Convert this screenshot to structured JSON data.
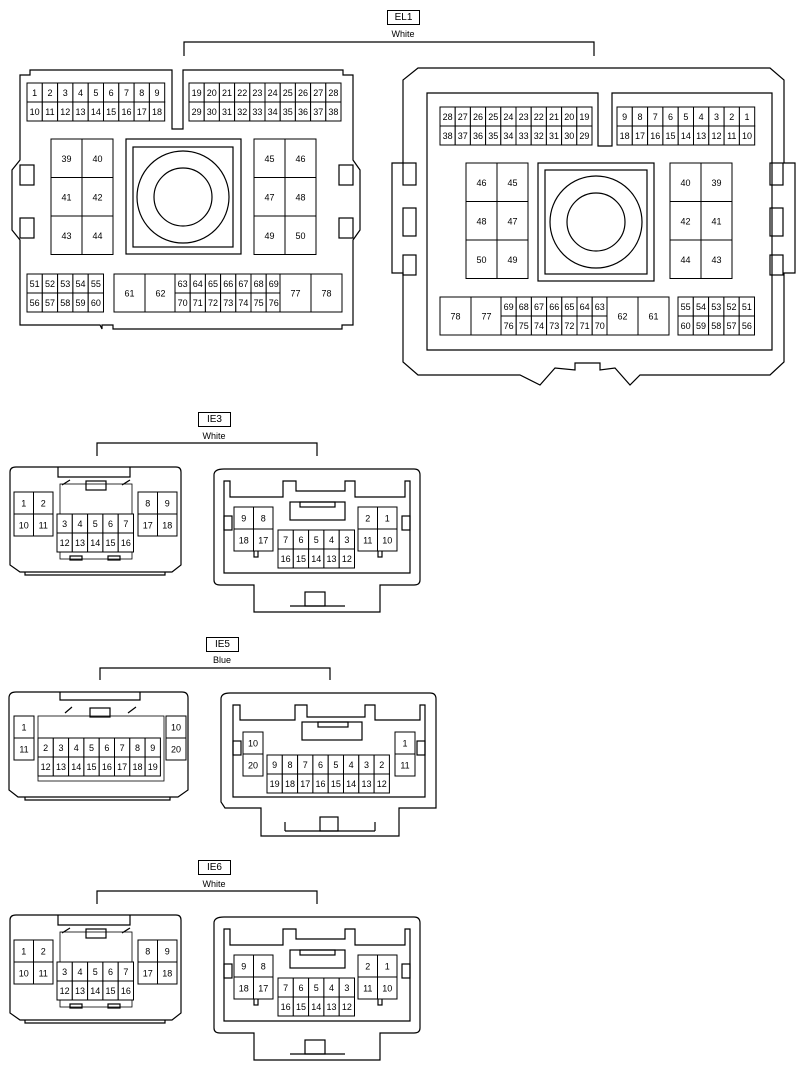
{
  "connectors": [
    {
      "code": "EL1",
      "color": "White"
    },
    {
      "code": "IE3",
      "color": "White"
    },
    {
      "code": "IE5",
      "color": "Blue"
    },
    {
      "code": "IE6",
      "color": "White"
    }
  ],
  "el1": {
    "left": {
      "top_a_row1": [
        "1",
        "2",
        "3",
        "4",
        "5",
        "6",
        "7",
        "8",
        "9"
      ],
      "top_a_row2": [
        "10",
        "11",
        "12",
        "13",
        "14",
        "15",
        "16",
        "17",
        "18"
      ],
      "top_b_row1": [
        "19",
        "20",
        "21",
        "22",
        "23",
        "24",
        "25",
        "26",
        "27",
        "28"
      ],
      "top_b_row2": [
        "29",
        "30",
        "31",
        "32",
        "33",
        "34",
        "35",
        "36",
        "37",
        "38"
      ],
      "grid_left": [
        [
          "39",
          "40"
        ],
        [
          "41",
          "42"
        ],
        [
          "43",
          "44"
        ]
      ],
      "grid_right": [
        [
          "45",
          "46"
        ],
        [
          "47",
          "48"
        ],
        [
          "49",
          "50"
        ]
      ],
      "bot_a_row1": [
        "51",
        "52",
        "53",
        "54",
        "55"
      ],
      "bot_a_row2": [
        "56",
        "57",
        "58",
        "59",
        "60"
      ],
      "bot_big": [
        "61",
        "62"
      ],
      "bot_b_row1": [
        "63",
        "64",
        "65",
        "66",
        "67",
        "68",
        "69"
      ],
      "bot_b_row2": [
        "70",
        "71",
        "72",
        "73",
        "74",
        "75",
        "76"
      ],
      "bot_end": [
        "77",
        "78"
      ]
    },
    "right": {
      "top_a_row1": [
        "28",
        "27",
        "26",
        "25",
        "24",
        "23",
        "22",
        "21",
        "20",
        "19"
      ],
      "top_a_row2": [
        "38",
        "37",
        "36",
        "35",
        "34",
        "33",
        "32",
        "31",
        "30",
        "29"
      ],
      "top_b_row1": [
        "9",
        "8",
        "7",
        "6",
        "5",
        "4",
        "3",
        "2",
        "1"
      ],
      "top_b_row2": [
        "18",
        "17",
        "16",
        "15",
        "14",
        "13",
        "12",
        "11",
        "10"
      ],
      "grid_left": [
        [
          "46",
          "45"
        ],
        [
          "48",
          "47"
        ],
        [
          "50",
          "49"
        ]
      ],
      "grid_right": [
        [
          "40",
          "39"
        ],
        [
          "42",
          "41"
        ],
        [
          "44",
          "43"
        ]
      ],
      "bot_start": [
        "78",
        "77"
      ],
      "bot_b_row1": [
        "69",
        "68",
        "67",
        "66",
        "65",
        "64",
        "63"
      ],
      "bot_b_row2": [
        "76",
        "75",
        "74",
        "73",
        "72",
        "71",
        "70"
      ],
      "bot_big": [
        "62",
        "61"
      ],
      "bot_a_row1": [
        "55",
        "54",
        "53",
        "52",
        "51"
      ],
      "bot_a_row2": [
        "60",
        "59",
        "58",
        "57",
        "56"
      ]
    }
  },
  "ie36": {
    "left": {
      "outer_l": [
        [
          "1",
          "2"
        ],
        [
          "10",
          "11"
        ]
      ],
      "mid_row1": [
        "3",
        "4",
        "5",
        "6",
        "7"
      ],
      "mid_row2": [
        "12",
        "13",
        "14",
        "15",
        "16"
      ],
      "outer_r": [
        [
          "8",
          "9"
        ],
        [
          "17",
          "18"
        ]
      ]
    },
    "right": {
      "outer_l": [
        [
          "9",
          "8"
        ],
        [
          "18",
          "17"
        ]
      ],
      "mid_row1": [
        "7",
        "6",
        "5",
        "4",
        "3"
      ],
      "mid_row2": [
        "16",
        "15",
        "14",
        "13",
        "12"
      ],
      "outer_r": [
        [
          "2",
          "1"
        ],
        [
          "11",
          "10"
        ]
      ]
    }
  },
  "ie5": {
    "left": {
      "outer_l": [
        "1",
        "11"
      ],
      "mid_row1": [
        "2",
        "3",
        "4",
        "5",
        "6",
        "7",
        "8",
        "9"
      ],
      "mid_row2": [
        "12",
        "13",
        "14",
        "15",
        "16",
        "17",
        "18",
        "19"
      ],
      "outer_r": [
        "10",
        "20"
      ]
    },
    "right": {
      "outer_l": [
        "10",
        "20"
      ],
      "mid_row1": [
        "9",
        "8",
        "7",
        "6",
        "5",
        "4",
        "3",
        "2"
      ],
      "mid_row2": [
        "19",
        "18",
        "17",
        "16",
        "15",
        "14",
        "13",
        "12"
      ],
      "outer_r": [
        "1",
        "11"
      ]
    }
  }
}
